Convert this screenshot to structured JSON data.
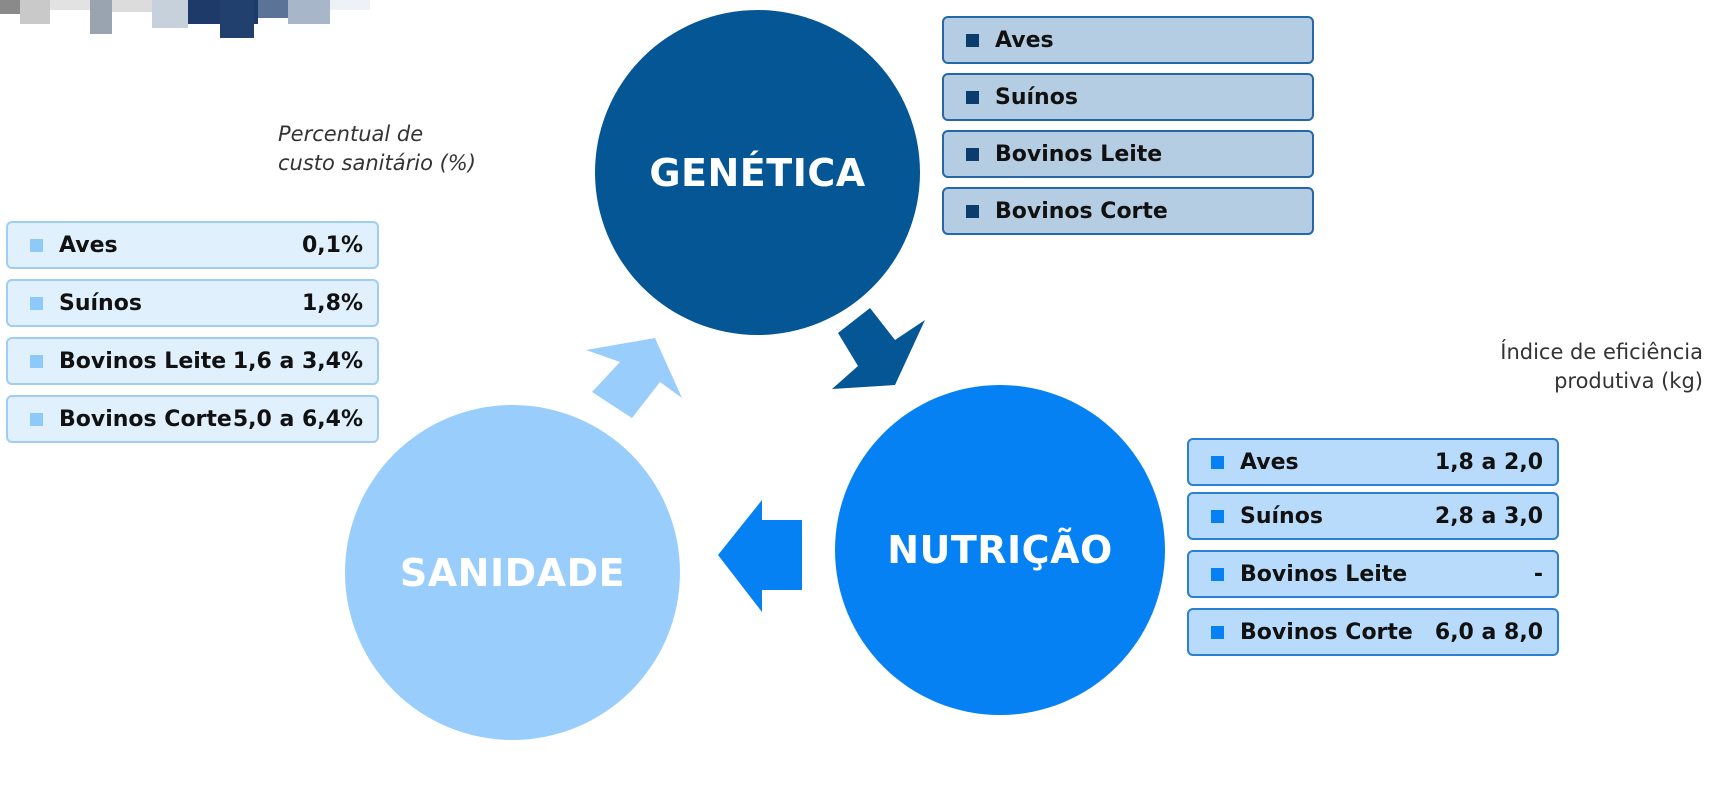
{
  "circles": {
    "genetica": "GENÉTICA",
    "nutricao": "NUTRIÇÃO",
    "sanidade": "SANIDADE"
  },
  "genetica_list": [
    {
      "label": "Aves"
    },
    {
      "label": "Suínos"
    },
    {
      "label": "Bovinos Leite"
    },
    {
      "label": "Bovinos Corte"
    }
  ],
  "nutricao": {
    "caption": "Índice de eficiência produtiva (kg)",
    "rows": [
      {
        "label": "Aves",
        "value": "1,8 a 2,0"
      },
      {
        "label": "Suínos",
        "value": "2,8 a 3,0"
      },
      {
        "label": "Bovinos Leite",
        "value": "-"
      },
      {
        "label": "Bovinos Corte",
        "value": "6,0 a 8,0"
      }
    ]
  },
  "sanidade": {
    "caption": "Percentual de custo sanitário (%)",
    "rows": [
      {
        "label": "Aves",
        "value": "0,1%"
      },
      {
        "label": "Suínos",
        "value": "1,8%"
      },
      {
        "label": "Bovinos Leite",
        "value": "1,6 a 3,4%"
      },
      {
        "label": "Bovinos Corte",
        "value": "5,0 a 6,4%"
      }
    ]
  },
  "colors": {
    "genetica": "#055695",
    "nutricao": "#0681f3",
    "sanidade": "#99cefc"
  }
}
